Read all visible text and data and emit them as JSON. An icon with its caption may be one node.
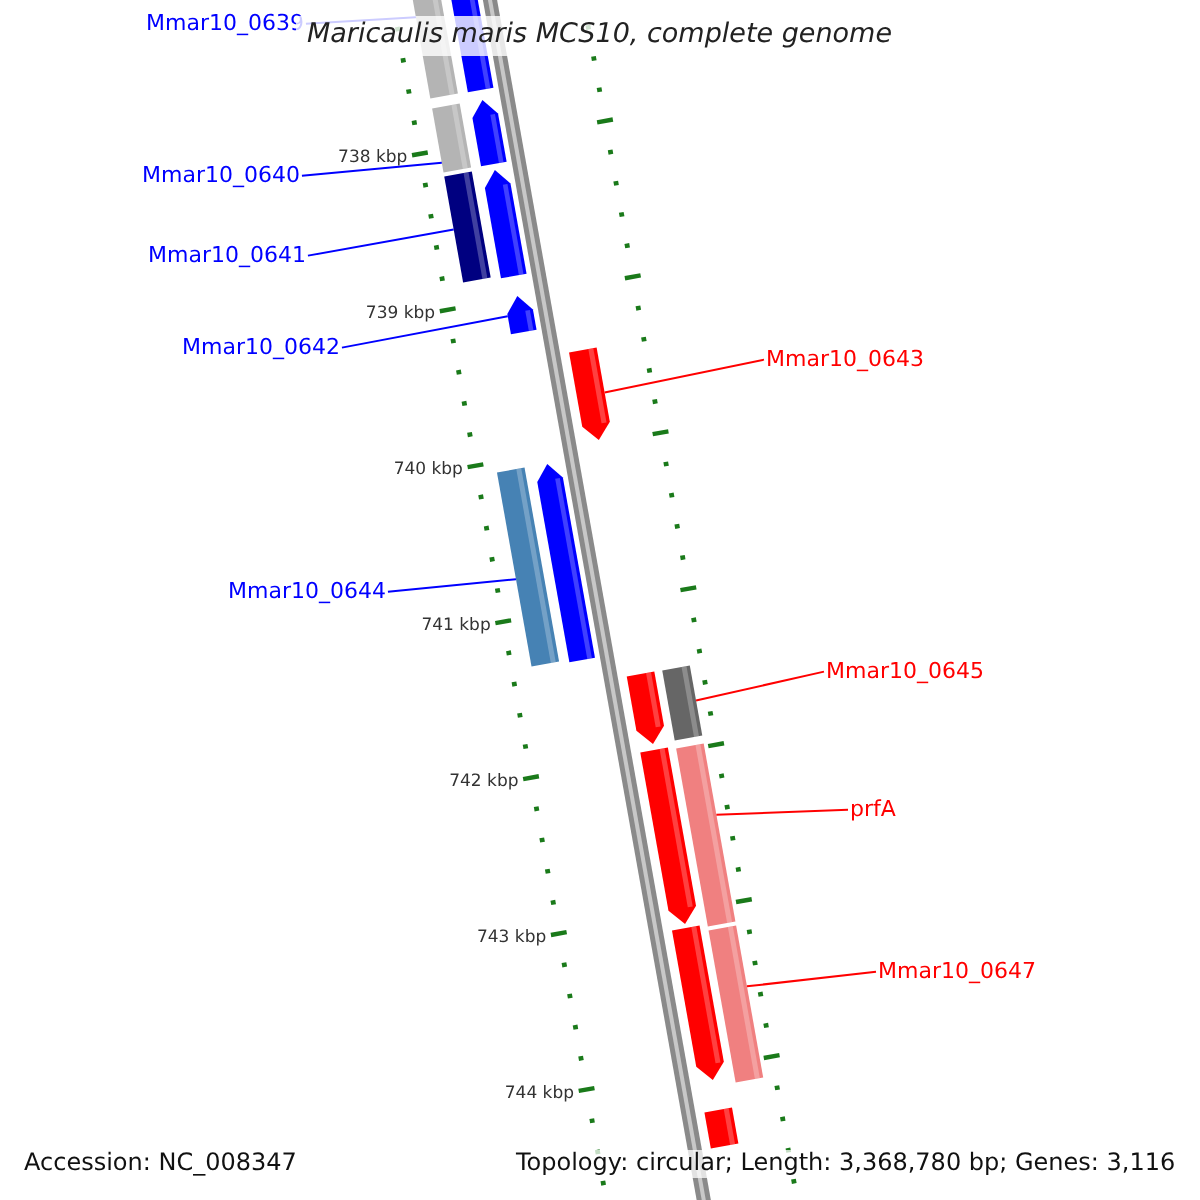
{
  "diagram": {
    "title": "Maricaulis maris MCS10, complete genome",
    "nodes": [
      {
        "text": [
          "Mmar10_0639"
        ]
      },
      {
        "text": [
          "Mmar10_0640"
        ]
      },
      {
        "text": [
          "Mmar10_0641"
        ]
      },
      {
        "text": [
          "Mmar10_0642"
        ]
      },
      {
        "text": [
          "Mmar10_0643"
        ]
      },
      {
        "text": [
          "Mmar10_0644"
        ]
      },
      {
        "text": [
          "Mmar10_0645"
        ]
      },
      {
        "text": [
          "prfA"
        ]
      },
      {
        "text": [
          "Mmar10_0647"
        ]
      },
      {
        "text": [],
        "shape": "box"
      },
      {
        "text": [],
        "shape": "box"
      },
      {
        "text": [],
        "shape": "box"
      },
      {
        "text": [],
        "shape": "pentagon"
      },
      {
        "text": [],
        "shape": "box"
      },
      {
        "text": [],
        "shape": "pentagon"
      },
      {
        "text": [],
        "shape": "pentagon"
      },
      {
        "text": [],
        "shape": "pentagon"
      },
      {
        "text": [],
        "shape": "box"
      },
      {
        "text": [],
        "shape": "pentagon"
      },
      {
        "text": [],
        "shape": "box"
      },
      {
        "text": [],
        "shape": "pentagon"
      },
      {
        "text": [],
        "shape": "box"
      },
      {
        "text": [],
        "shape": "pentagon"
      },
      {
        "text": [],
        "shape": "box"
      },
      {
        "text": [],
        "shape": "pentagon"
      },
      {
        "text": [],
        "shape": "box"
      }
    ],
    "edges": [
      {
        "from": 0,
        "to": 9,
        "arrow": "none"
      },
      {
        "from": 1,
        "to": 11,
        "arrow": "none"
      },
      {
        "from": 2,
        "to": 13,
        "arrow": "none"
      },
      {
        "from": 3,
        "to": 15,
        "arrow": "none"
      },
      {
        "from": 4,
        "to": 16,
        "arrow": "none",
        "color": "#ff0000"
      },
      {
        "from": 5,
        "to": 17,
        "arrow": "none"
      },
      {
        "from": 6,
        "to": 19,
        "arrow": "none",
        "color": "#ff0000"
      },
      {
        "from": 7,
        "to": 21,
        "arrow": "none",
        "color": "#ff0000"
      },
      {
        "from": 8,
        "to": 23,
        "arrow": "none",
        "color": "#ff0000"
      }
    ],
    "labels": [
      "738 kbp",
      "739 kbp",
      "740 kbp",
      "741 kbp",
      "742 kbp",
      "743 kbp",
      "744 kbp",
      "Accession: NC_008347",
      "Topology: circular; Length: 3,368,780 bp; Genes: 3,116"
    ]
  }
}
